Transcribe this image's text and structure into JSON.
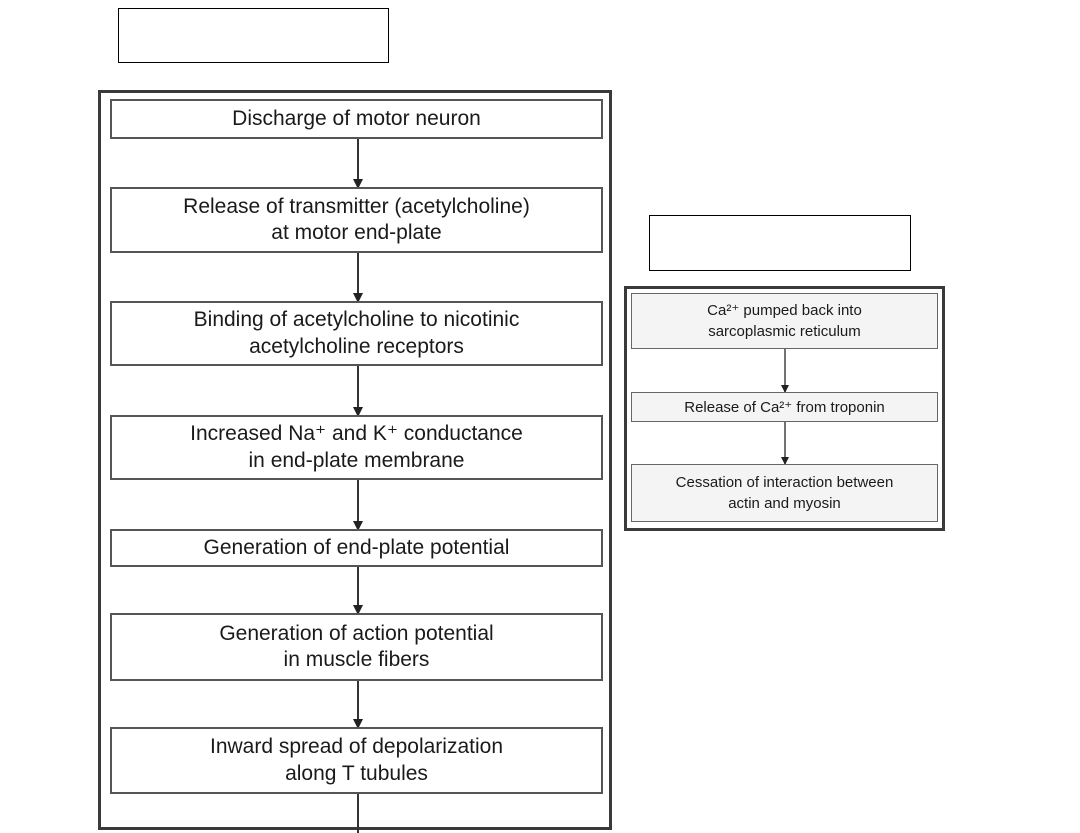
{
  "left_flow": {
    "steps": [
      {
        "lines": [
          "Discharge of motor neuron"
        ]
      },
      {
        "lines": [
          "Release of transmitter (acetylcholine)",
          "at motor end-plate"
        ]
      },
      {
        "lines": [
          "Binding of acetylcholine to nicotinic",
          "acetylcholine receptors"
        ]
      },
      {
        "lines": [
          "Increased Na⁺ and K⁺ conductance",
          "in end-plate membrane"
        ]
      },
      {
        "lines": [
          "Generation of end-plate potential"
        ]
      },
      {
        "lines": [
          "Generation of action potential",
          "in muscle fibers"
        ]
      },
      {
        "lines": [
          "Inward spread of depolarization",
          "along T tubules"
        ]
      }
    ]
  },
  "right_flow": {
    "steps": [
      {
        "lines": [
          "Ca²⁺ pumped back into",
          "sarcoplasmic reticulum"
        ]
      },
      {
        "lines": [
          "Release of Ca²⁺ from troponin"
        ]
      },
      {
        "lines": [
          "Cessation of interaction between",
          "actin and myosin"
        ]
      }
    ]
  }
}
